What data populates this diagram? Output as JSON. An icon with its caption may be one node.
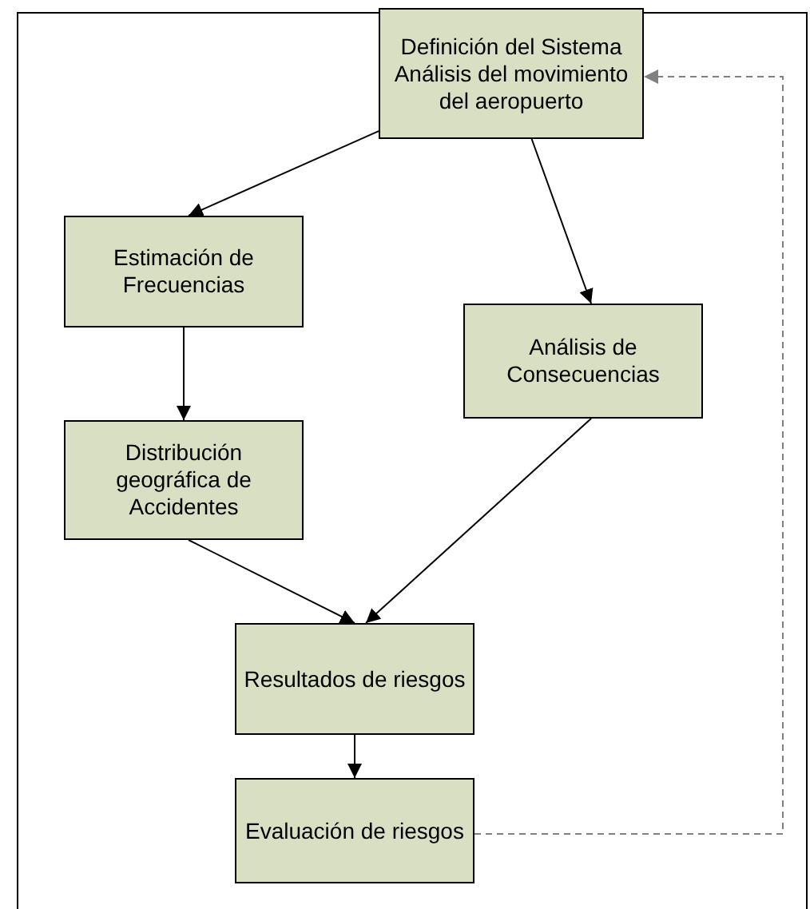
{
  "diagram": {
    "nodes": [
      {
        "text": [
          "Definición del Sistema Análisis del movimiento del aeropuerto"
        ]
      },
      {
        "text": [
          "Estimación de Frecuencias"
        ]
      },
      {
        "text": [
          "Análisis de Consecuencias"
        ]
      },
      {
        "text": [
          "Distribución geográfica de Accidentes"
        ]
      },
      {
        "text": [
          "Resultados de riesgos"
        ]
      },
      {
        "text": [
          "Evaluación de riesgos"
        ]
      }
    ],
    "edges": [
      {
        "from": 0,
        "to": 1,
        "arrow": "to"
      },
      {
        "from": 0,
        "to": 2,
        "arrow": "to"
      },
      {
        "from": 1,
        "to": 3,
        "arrow": "to"
      },
      {
        "from": 3,
        "to": 4,
        "arrow": "to"
      },
      {
        "from": 2,
        "to": 4,
        "arrow": "to"
      },
      {
        "from": 4,
        "to": 5,
        "arrow": "to"
      },
      {
        "from": 5,
        "to": 0,
        "arrow": "to",
        "style": "dashed",
        "color": "#808080"
      }
    ]
  }
}
